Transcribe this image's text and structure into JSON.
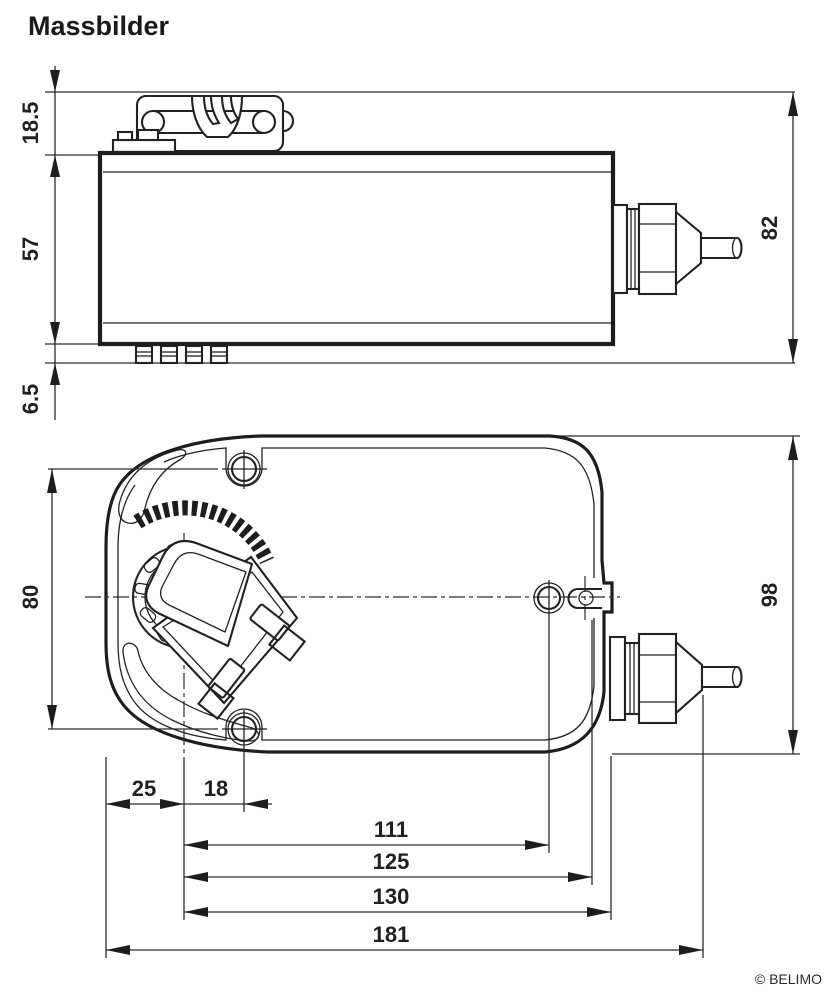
{
  "page": {
    "title": "Massbilder",
    "copyright": "© BELIMO"
  },
  "side_view": {
    "dim_clip_height": "18.5",
    "dim_body_height": "57",
    "dim_foot_height": "6.5",
    "dim_total_height": "82"
  },
  "top_view": {
    "dim_hole_span": "80",
    "dim_total_height": "98",
    "dim_left_offset": "25",
    "dim_hole_offset": "18",
    "dim_length_111": "111",
    "dim_length_125": "125",
    "dim_length_130": "130",
    "dim_total_length": "181"
  }
}
